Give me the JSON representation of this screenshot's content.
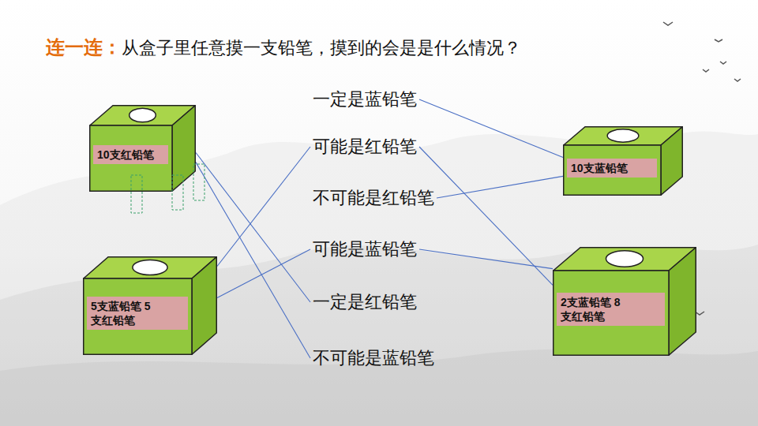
{
  "diagram": {
    "title": "从盒子里任意摸一支铅笔，摸到的会是是什么情况？",
    "nodes": [
      {
        "text": [
          "10支红铅笔"
        ]
      },
      {
        "text": [
          "一定是蓝铅笔"
        ]
      },
      {
        "text": [
          "10支蓝铅笔"
        ]
      },
      {
        "text": [
          "可能是红铅笔"
        ]
      },
      {
        "text": [
          "不可能是红铅笔"
        ]
      },
      {
        "text": [
          "可能是蓝铅笔"
        ]
      },
      {
        "text": [
          "5支蓝铅笔 5支红铅笔"
        ]
      },
      {
        "text": [
          "2支蓝铅笔 8支红铅笔"
        ]
      },
      {
        "text": [
          "一定是红铅笔"
        ]
      },
      {
        "text": [
          "不可能是蓝铅笔"
        ]
      }
    ],
    "edges": [
      {
        "from": 1,
        "to": 2,
        "arrow": "none"
      },
      {
        "from": 3,
        "to": 7,
        "arrow": "none"
      },
      {
        "from": 4,
        "to": 2,
        "arrow": "none"
      },
      {
        "from": 5,
        "to": 7,
        "arrow": "none"
      },
      {
        "from": 6,
        "to": 3,
        "arrow": "none"
      },
      {
        "from": 6,
        "to": 5,
        "arrow": "none"
      },
      {
        "from": 0,
        "to": 8,
        "arrow": "none"
      },
      {
        "from": 0,
        "to": 9,
        "arrow": "none"
      }
    ],
    "labels": [
      "连一连："
    ]
  }
}
